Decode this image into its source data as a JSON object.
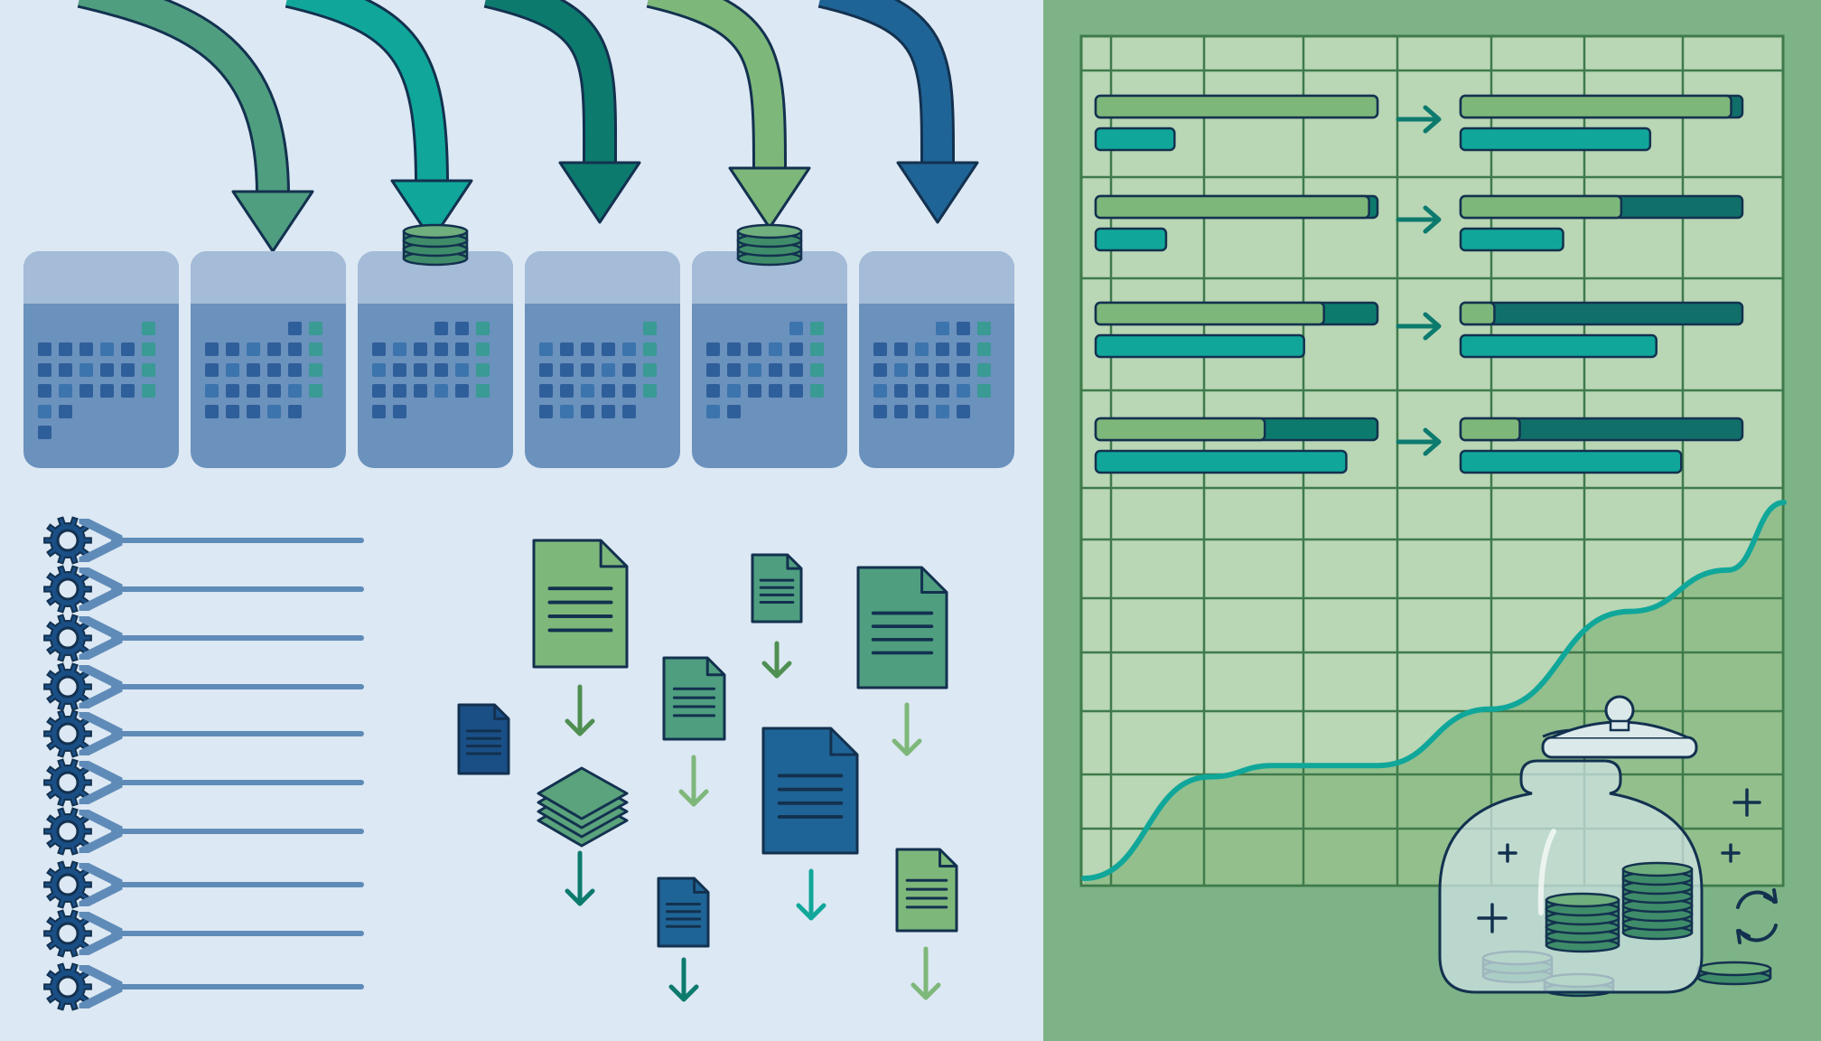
{
  "palette": {
    "left_bg": "#dce8f3",
    "right_bg": "#7db386",
    "sheet_bg": "#b9d6b5",
    "grid_line": "#3f7a4b",
    "navy": "#13314f",
    "teal": "#10a79a",
    "green": "#7eb77a",
    "mid_green": "#4f9e80",
    "dark_teal": "#0d7a6e",
    "blue": "#1f6496",
    "dark_blue": "#1a4f86",
    "steel": "#5f8bb8",
    "tray_top": "#a4bcd8",
    "tray_body": "#6b91bd",
    "cell_dark": "#2f5f9a",
    "cell_teal": "#3a9a94"
  },
  "icons": {
    "arrow": "curved-down-arrow-icon",
    "calendar": "calendar-grid-icon",
    "coin": "coin-stack-icon",
    "gear": "gear-icon",
    "document": "document-icon",
    "layers": "layers-icon",
    "jar": "jar-icon",
    "refresh": "refresh-icon",
    "plus": "plus-icon"
  },
  "illustration": {
    "curved_arrows": 5,
    "calendars": 6,
    "coins_on_calendars": [
      3,
      5
    ],
    "gear_rows": 10,
    "comparison_rows": [
      {
        "before_main": 1.0,
        "before_secondary": 0.28,
        "after_main": 0.96,
        "after_secondary": 0.61
      },
      {
        "before_main": 0.97,
        "before_secondary": 0.25,
        "after_main": 0.57,
        "after_secondary": 0.33
      },
      {
        "before_main": 0.81,
        "before_secondary": 0.74,
        "after_main": 0.12,
        "after_secondary": 0.63
      },
      {
        "before_main": 0.6,
        "before_secondary": 0.89,
        "after_main": 0.21,
        "after_secondary": 0.71
      }
    ],
    "trend_curve": [
      [
        0.0,
        0.0
      ],
      [
        0.18,
        0.27
      ],
      [
        0.27,
        0.3
      ],
      [
        0.42,
        0.3
      ],
      [
        0.58,
        0.45
      ],
      [
        0.78,
        0.71
      ],
      [
        0.92,
        0.82
      ],
      [
        1.0,
        1.0
      ]
    ]
  }
}
